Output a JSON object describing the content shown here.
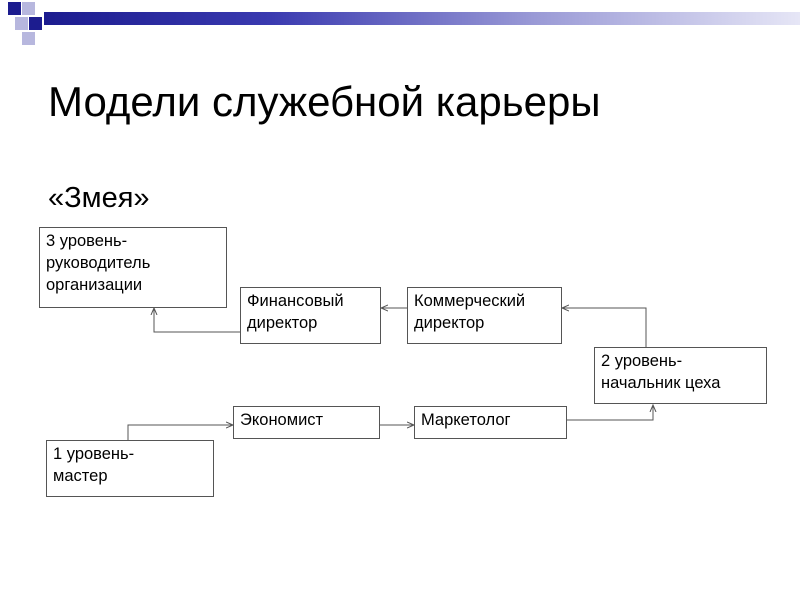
{
  "title": "Модели служебной карьеры",
  "subtitle": "«Змея»",
  "header_colors": {
    "band_dark": "#1c1c8f",
    "band_light": "#e6e6f6",
    "square_dark": "#1c1c8f",
    "square_light": "#b7b7de"
  },
  "diagram": {
    "nodes": {
      "level3": "3 уровень-\nруководитель\nорганизации",
      "fin_director": "Финансовый\nдиректор",
      "com_director": "Коммерческий\nдиректор",
      "level2": "2 уровень-\nначальник цеха",
      "economist": "Экономист",
      "marketer": "Маркетолог",
      "level1": "1 уровень-\nмастер"
    },
    "edges": [
      {
        "from": "level1",
        "to": "economist"
      },
      {
        "from": "economist",
        "to": "marketer"
      },
      {
        "from": "marketer",
        "to": "level2"
      },
      {
        "from": "level2",
        "to": "com_director"
      },
      {
        "from": "com_director",
        "to": "fin_director"
      },
      {
        "from": "fin_director",
        "to": "level3"
      }
    ]
  }
}
